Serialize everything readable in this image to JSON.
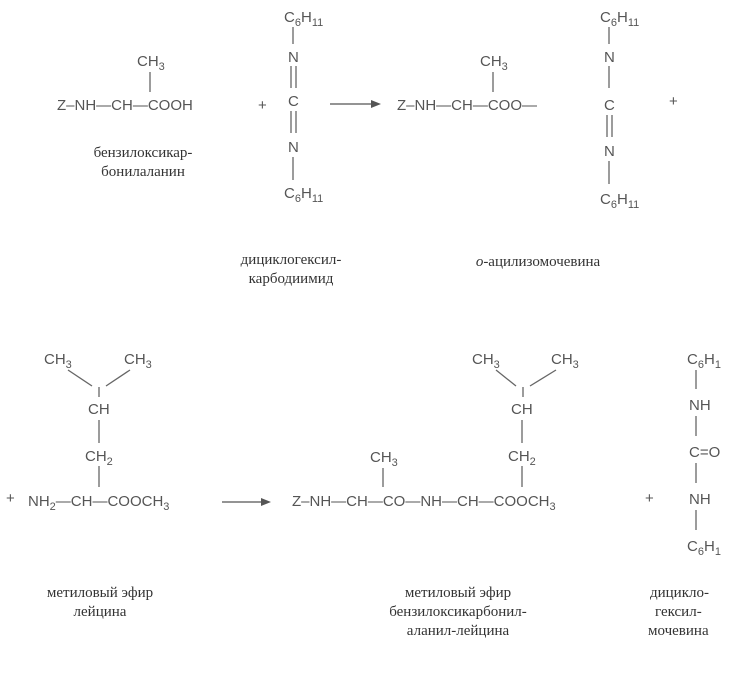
{
  "reaction_1": {
    "reactant_a": {
      "methyl_group": "CH3",
      "chain": "Z–NH—CH—COOH",
      "name_line1": "бензилоксикар-",
      "name_line2": "бонилаланин"
    },
    "plus_1": "+",
    "reactant_b": {
      "top_group": "C6H11",
      "n_top": "N",
      "c_center": "C",
      "n_bottom": "N",
      "bottom_group": "C6H11",
      "name_line1": "дициклогексил-",
      "name_line2": "карбодиимид"
    },
    "product": {
      "methyl_group": "CH3",
      "chain": "Z–NH—CH—COO—",
      "top_group": "C6H11",
      "n_top": "N",
      "c_center": "C",
      "n_bottom": "N",
      "bottom_group": "C6H11",
      "name_italic": "o",
      "name_rest": "-ацилизомочевина"
    },
    "plus_2": "+"
  },
  "reaction_2": {
    "plus_lead": "+",
    "reactant": {
      "methyl_left": "CH3",
      "methyl_right": "CH3",
      "ch": "CH",
      "ch2": "CH2",
      "chain": "NH2—CH—COOCH3",
      "name_line1": "метиловый эфир",
      "name_line2": "лейцина"
    },
    "product": {
      "methyl_ala": "CH3",
      "methyl_left": "CH3",
      "methyl_right": "CH3",
      "ch": "CH",
      "ch2": "CH2",
      "chain": "Z–NH—CH—CO—NH—CH—COOCH3",
      "name_line1": "метиловый эфир",
      "name_line2": "бензилоксикарбонил-",
      "name_line3": "аланил-лейцина"
    },
    "plus": "+",
    "byproduct": {
      "top_group": "C6H1",
      "nh_top": "NH",
      "c_o": "C=O",
      "nh_bottom": "NH",
      "bottom_group": "C6H1",
      "name_line1": "дицикло-",
      "name_line2": "гексил-",
      "name_line3": "мочевина"
    }
  }
}
